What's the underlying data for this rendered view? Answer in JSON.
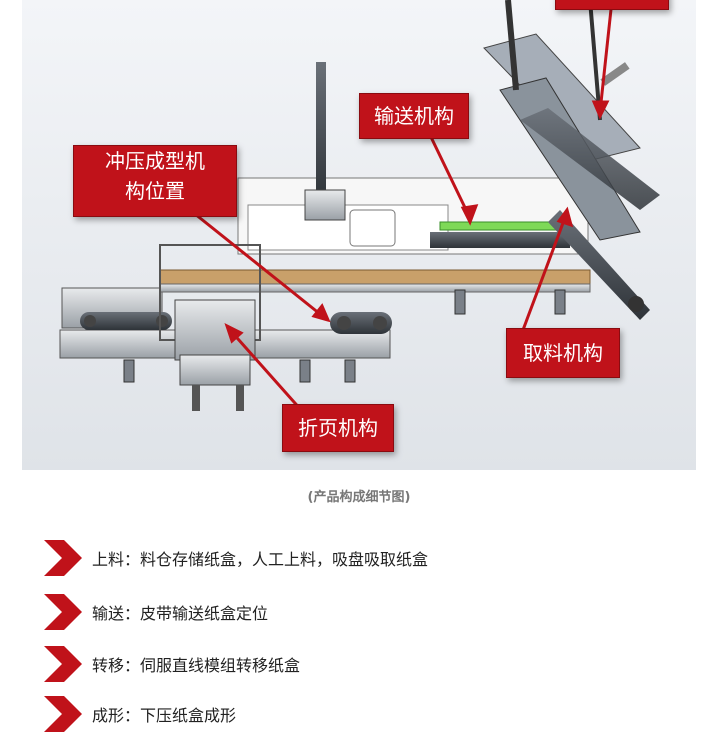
{
  "diagram": {
    "callouts": {
      "top_partial": "",
      "conveyor": "输送机构",
      "forming_position": "冲压成型机\n构位置",
      "picking": "取料机构",
      "folding": "折页机构"
    }
  },
  "caption": "(产品构成细节图)",
  "features": [
    {
      "label": "上料",
      "sep": "：",
      "text": "料仓存储纸盒，人工上料，吸盘吸取纸盒"
    },
    {
      "label": "输送",
      "sep": "：",
      "text": "皮带输送纸盒定位"
    },
    {
      "label": "转移",
      "sep": "：",
      "text": "伺服直线模组转移纸盒"
    },
    {
      "label": "成形",
      "sep": "：",
      "text": "下压纸盒成形"
    }
  ],
  "colors": {
    "accent": "#c0121a",
    "caption": "#777777",
    "text": "#222222"
  }
}
